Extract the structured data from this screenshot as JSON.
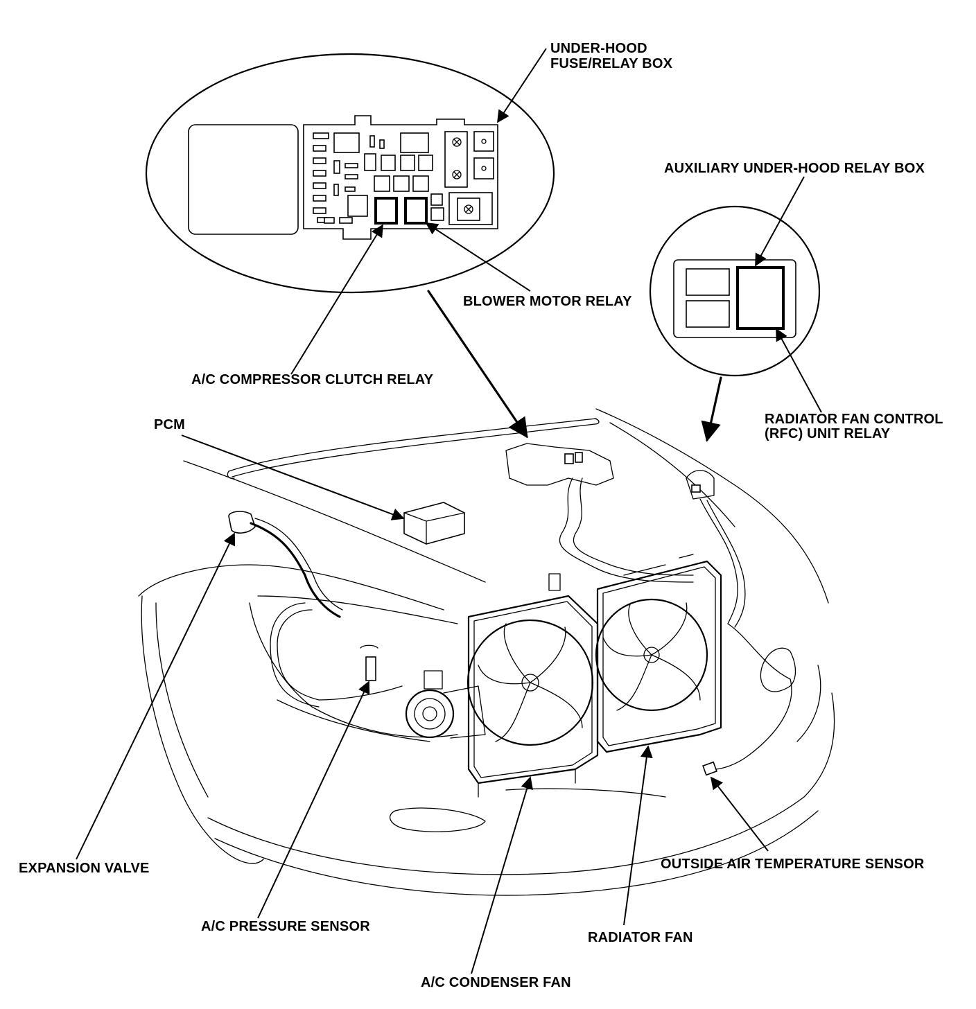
{
  "labels": {
    "under_hood_box_l1": "UNDER-HOOD",
    "under_hood_box_l2": "FUSE/RELAY BOX",
    "aux_relay_box": "AUXILIARY UNDER-HOOD RELAY BOX",
    "blower_motor_relay": "BLOWER MOTOR RELAY",
    "ac_compressor_clutch_relay": "A/C COMPRESSOR CLUTCH RELAY",
    "pcm": "PCM",
    "rfc_relay_l1": "RADIATOR FAN CONTROL",
    "rfc_relay_l2": "(RFC) UNIT RELAY",
    "expansion_valve": "EXPANSION VALVE",
    "outside_air_temp_sensor": "OUTSIDE AIR TEMPERATURE SENSOR",
    "ac_pressure_sensor": "A/C PRESSURE SENSOR",
    "radiator_fan": "RADIATOR FAN",
    "ac_condenser_fan": "A/C CONDENSER FAN"
  }
}
